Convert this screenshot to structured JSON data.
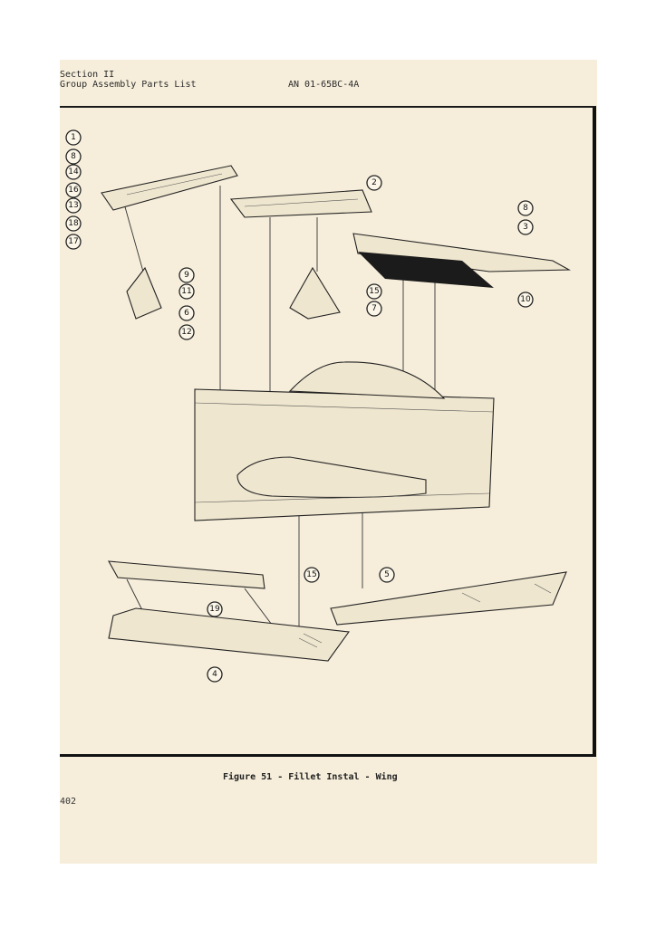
{
  "header": {
    "section": "Section II",
    "subtitle": "Group Assembly Parts List",
    "doc_number": "AN 01-65BC-4A"
  },
  "figure": {
    "caption": "Figure 51 - Fillet Instal - Wing",
    "callouts": [
      "1",
      "8",
      "14",
      "16",
      "13",
      "18",
      "17",
      "2",
      "8",
      "3",
      "9",
      "11",
      "6",
      "12",
      "15",
      "10",
      "7",
      "15",
      "5",
      "19",
      "4"
    ]
  },
  "page_number": "402"
}
